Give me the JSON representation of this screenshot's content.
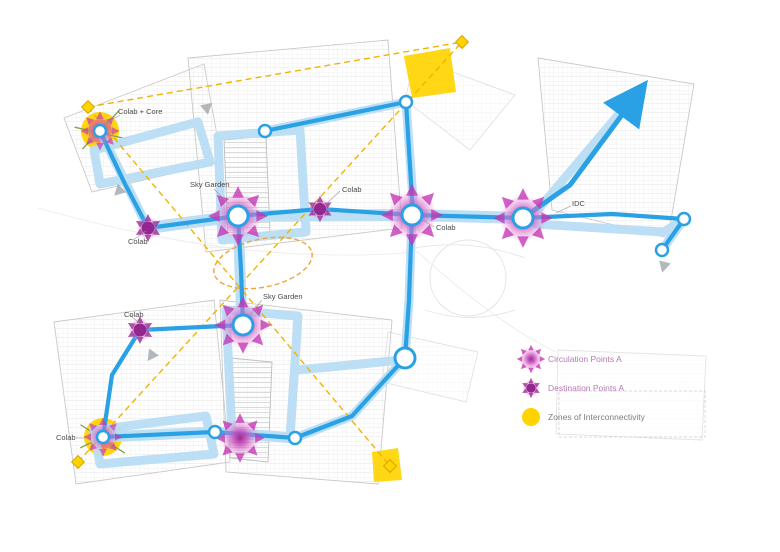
{
  "diagram": {
    "labels": {
      "colab_core": "Colab + Core",
      "sky_garden_upper": "Sky Garden",
      "colab_upper": "Colab",
      "colab_left": "Colab",
      "colab_center": "Colab",
      "idc": "IDC",
      "sky_garden_lower": "Sky Garden",
      "colab_lower_left": "Colab",
      "colab_bottom": "Colab"
    },
    "colors": {
      "route": "#2aa1e4",
      "corridor": "#badef5",
      "circulation_point": "#c94ebc",
      "destination_point": "#93278f",
      "interconnect_zone": "#ffd400",
      "axis_dashed": "#f0b400"
    }
  },
  "legend": {
    "items": [
      {
        "label": "Circulation Points A",
        "icon": "circulation-point-icon"
      },
      {
        "label": "Destination Points A",
        "icon": "destination-point-icon"
      },
      {
        "label": "Zones of Interconnectivity",
        "icon": "interconnect-zone-icon"
      }
    ]
  }
}
